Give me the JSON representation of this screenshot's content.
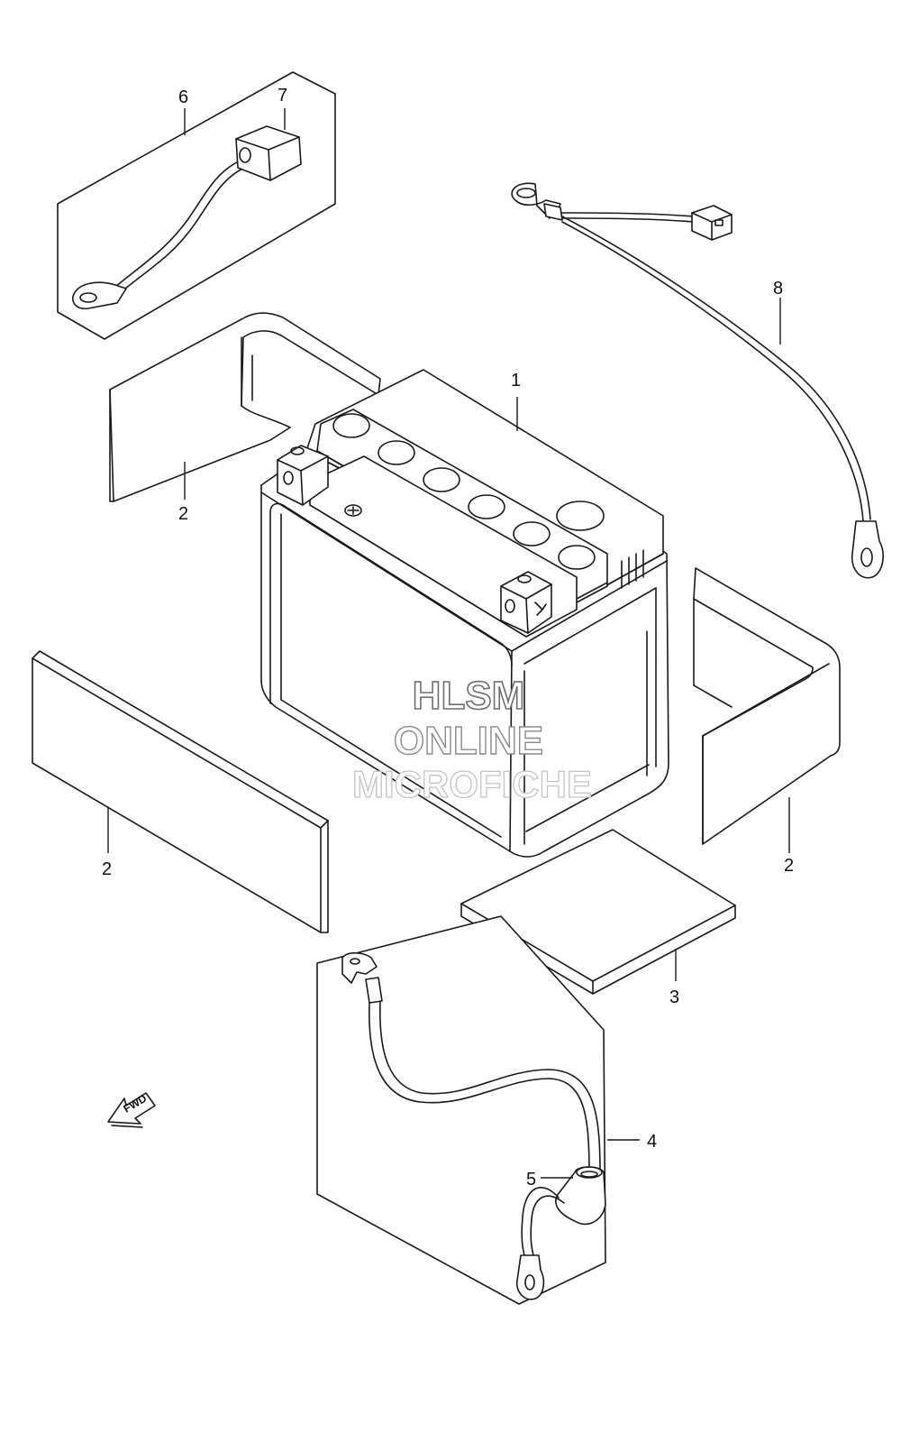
{
  "callouts": {
    "c1": "1",
    "c2a": "2",
    "c2b": "2",
    "c2c": "2",
    "c3": "3",
    "c4": "4",
    "c5": "5",
    "c6": "6",
    "c7": "7",
    "c8": "8"
  },
  "watermark": {
    "line1": "HLSM",
    "line2": "ONLINE",
    "line3": "MICROFICHE"
  },
  "fwd_arrow": {
    "label": "FWD"
  }
}
